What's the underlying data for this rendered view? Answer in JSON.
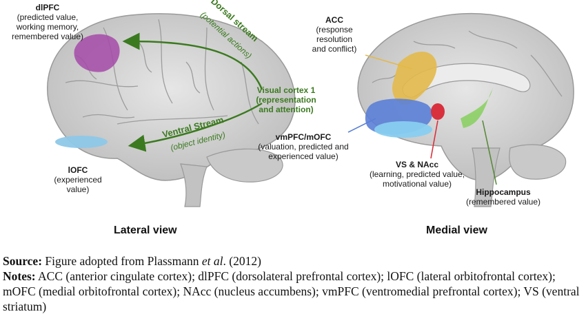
{
  "lateral": {
    "dlpfc": {
      "title": "dlPFC",
      "lines": [
        "(predicted value,",
        "working memory,",
        "remembered value)"
      ]
    },
    "dorsal": {
      "title": "Dorsal stream",
      "sub": "(potential actions)"
    },
    "visual": {
      "title": "Visual cortex 1",
      "lines": [
        "(representation",
        "and attention)"
      ]
    },
    "ventral": {
      "title": "Ventral Stream",
      "sub": "(object identity)"
    },
    "lofc": {
      "title": "lOFC",
      "lines": [
        "(experienced",
        "value)"
      ]
    },
    "view_label": "Lateral view"
  },
  "medial": {
    "acc": {
      "title": "ACC",
      "lines": [
        "(response",
        "resolution",
        "and conflict)"
      ]
    },
    "vmpfc": {
      "title": "vmPFC/mOFC",
      "lines": [
        "(valuation, predicted and",
        "experienced value)"
      ]
    },
    "vs": {
      "title": "VS & NAcc",
      "lines": [
        "(learning, predicted value,",
        "motivational value)"
      ]
    },
    "hippo": {
      "title": "Hippocampus",
      "lines": [
        "(remembered value)"
      ]
    },
    "view_label": "Medial view"
  },
  "caption": {
    "source_label": "Source:",
    "source_text": " Figure adopted from Plassmann ",
    "source_italic": "et al",
    "source_end": ". (2012)",
    "notes_label": "Notes:",
    "notes_text": " ACC (anterior cingulate cortex); dlPFC (dorsolateral prefrontal cortex); lOFC (lateral orbitofrontal cortex); mOFC (medial orbitofrontal cortex); NAcc (nucleus accumbens); vmPFC (ventromedial prefrontal cortex); VS (ventral striatum)"
  },
  "colors": {
    "brain": "#d4d4d4",
    "brain_dark": "#a9a9a9",
    "dlpfc": "#a64aa8",
    "lofc": "#8ec8e8",
    "acc": "#e3b94a",
    "vmpfc": "#5b7fd6",
    "vmpfc_light": "#88cdf0",
    "vs": "#d9303d",
    "hippo": "#8fd16a",
    "stream": "#3b7a1f"
  }
}
